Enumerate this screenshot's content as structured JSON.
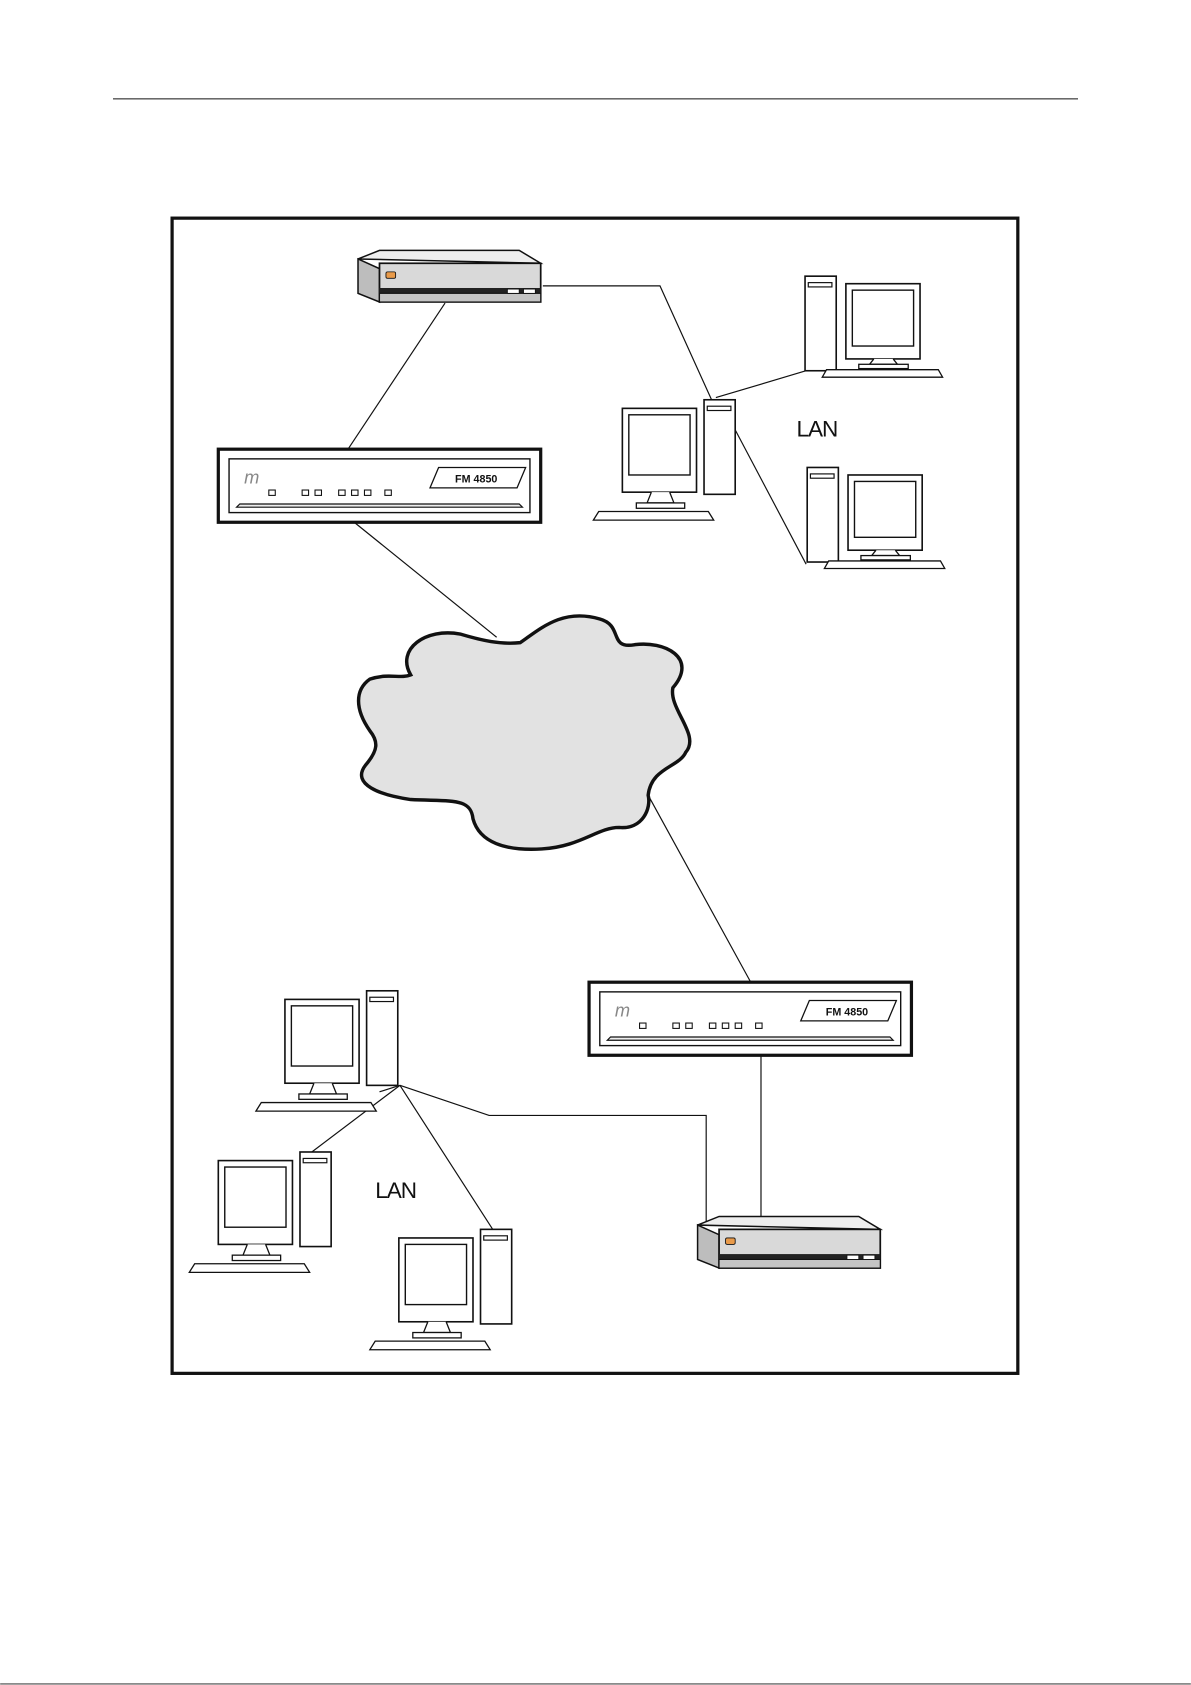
{
  "diagram": {
    "lan_top": "LAN",
    "lan_bottom": "LAN",
    "modem_top_model": "FM 4850",
    "modem_bottom_model": "FM 4850",
    "logo_glyph": "m"
  },
  "colors": {
    "line": "#111111",
    "cloud_fill": "#e2e2e2",
    "router_fill": "#d9d9d9",
    "led": "#e89a4a"
  }
}
